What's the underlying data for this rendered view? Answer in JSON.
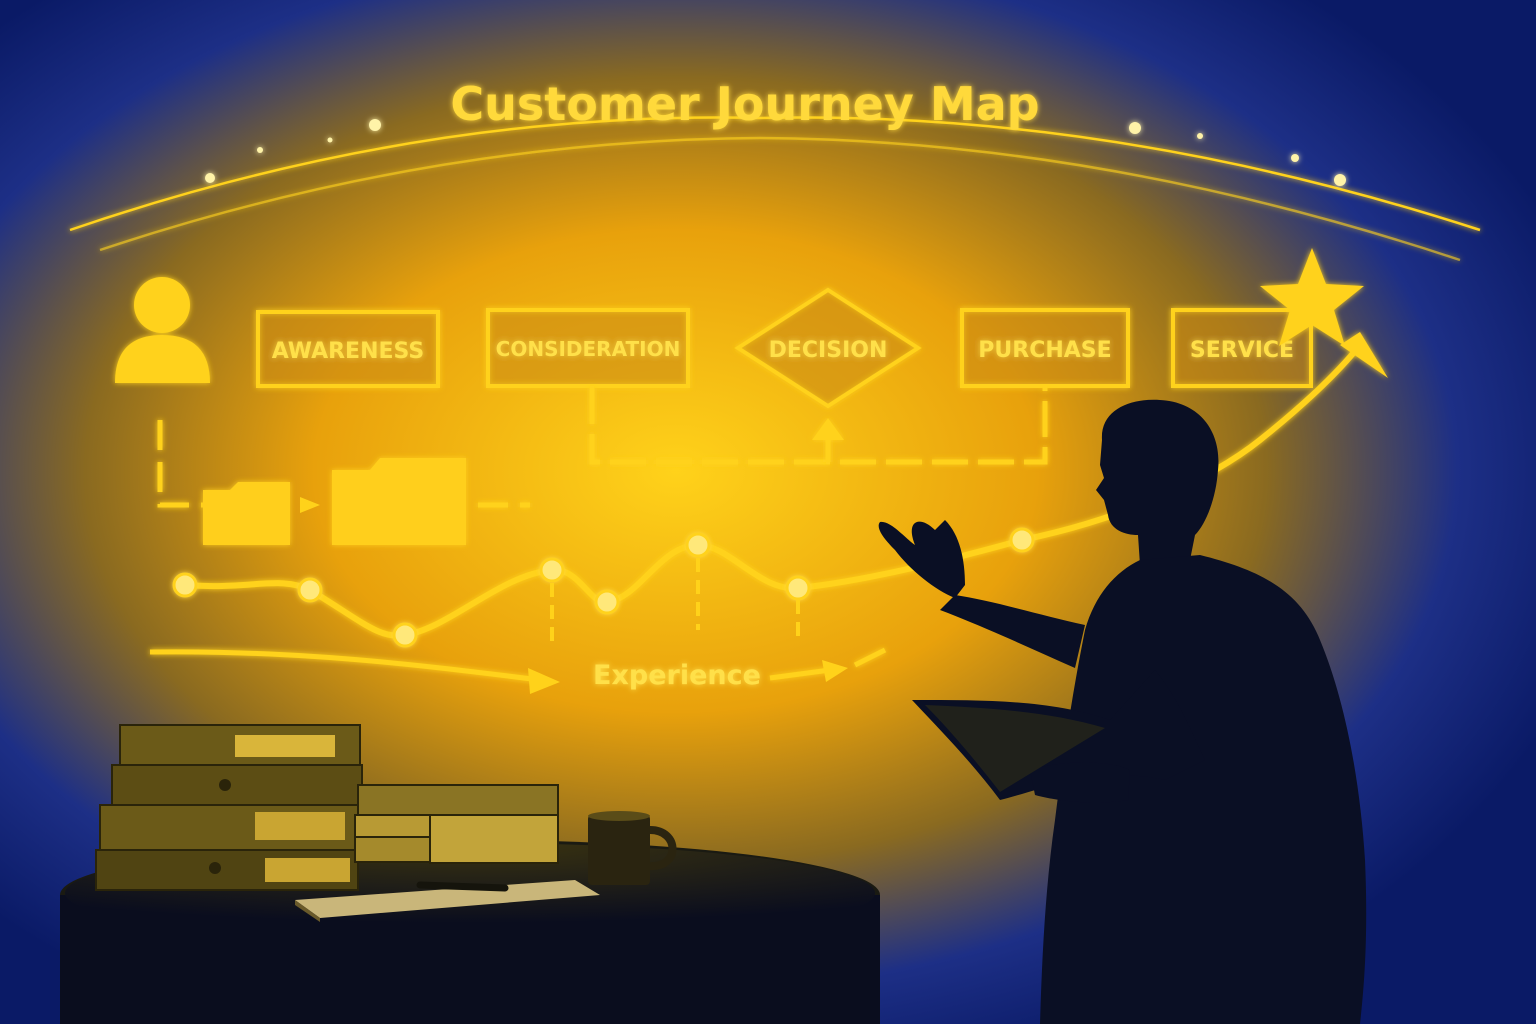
{
  "title": "Customer Journey Map",
  "stages": [
    {
      "label": "AWARENESS",
      "shape": "rectangle"
    },
    {
      "label": "CONSIDERATION",
      "shape": "rectangle"
    },
    {
      "label": "DECISION",
      "shape": "diamond"
    },
    {
      "label": "PURCHASE",
      "shape": "rectangle"
    },
    {
      "label": "SERVICE",
      "shape": "rectangle"
    }
  ],
  "experience_label": "Experience",
  "icons": {
    "customer": "person-icon",
    "goal": "star-icon",
    "documents": [
      "folder-icon",
      "folder-icon"
    ]
  },
  "colors": {
    "glow": "#ffd21a",
    "accent": "#ffe04a",
    "background_edge": "#0d1f7a",
    "silhouette": "#0a0f24"
  }
}
